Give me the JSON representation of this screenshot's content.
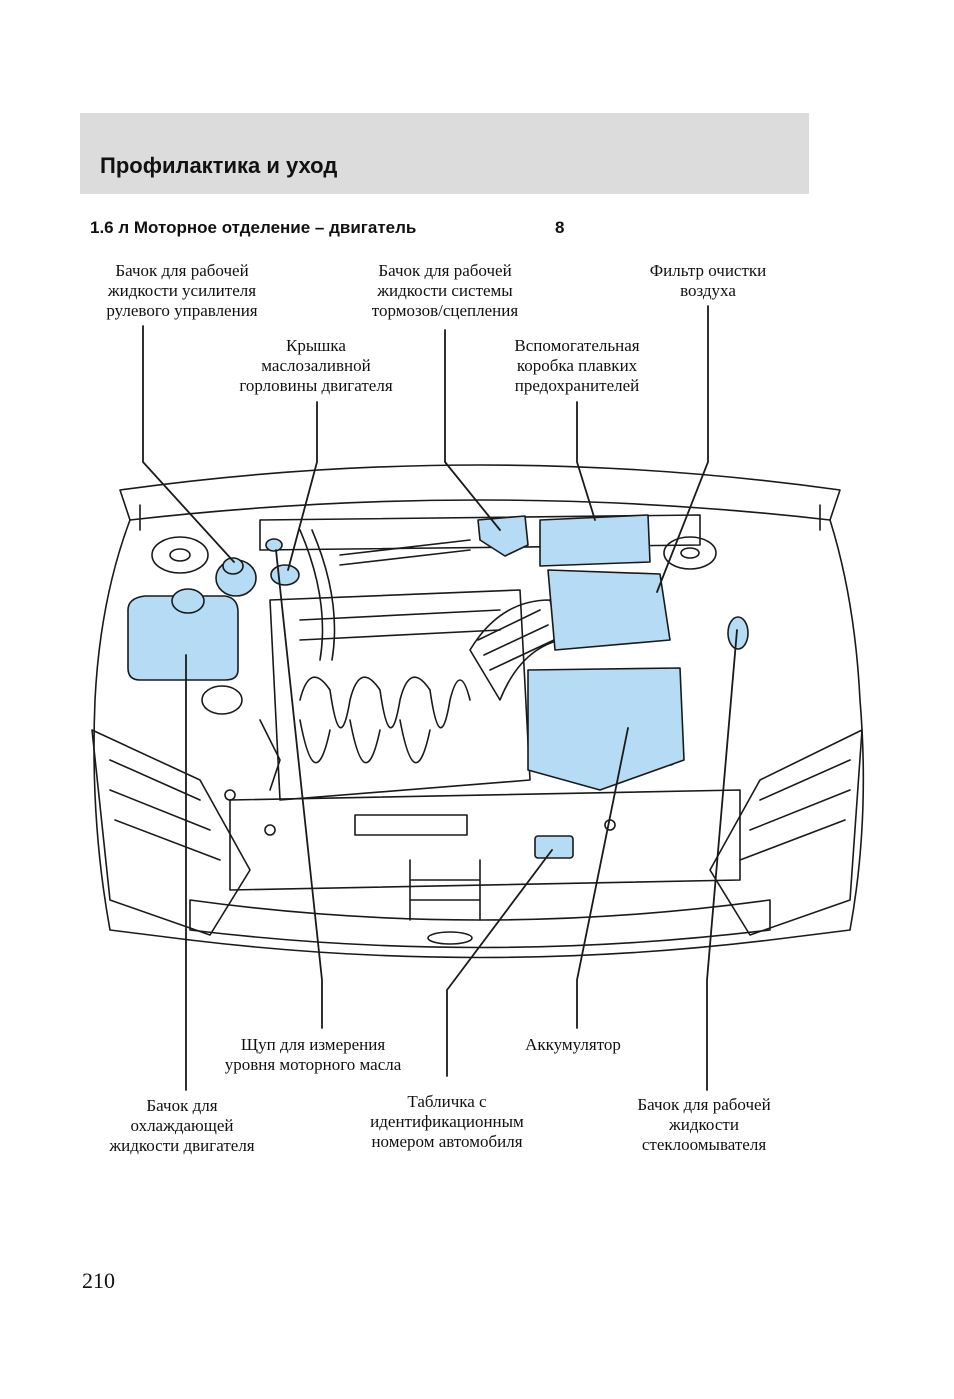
{
  "header": {
    "title": "Профилактика и уход"
  },
  "section": {
    "title": "1.6 л Моторное отделение – двигатель",
    "number": "8"
  },
  "labels": {
    "steering_fluid": "Бачок для рабочей\nжидкости усилителя\nрулевого управления",
    "brake_fluid": "Бачок для рабочей\nжидкости системы\nтормозов/сцепления",
    "air_filter": "Фильтр очистки\nвоздуха",
    "oil_cap": "Крышка\nмаслозаливной\nгорловины двигателя",
    "fuse_box": "Вспомогательная\nкоробка плавких\nпредохранителей",
    "dipstick": "Щуп для измерения\nуровня моторного масла",
    "battery": "Аккумулятор",
    "coolant": "Бачок для\nохлаждающей\nжидкости двигателя",
    "vin_plate": "Табличка с\nидентификационным\nномером автомобиля",
    "washer_fluid": "Бачок для рабочей\nжидкости\nстеклоомывателя"
  },
  "page_number": "210",
  "colors": {
    "highlight": "#b5dcf4",
    "header_bg": "#dcdcdc",
    "line": "#1a1a1a"
  }
}
